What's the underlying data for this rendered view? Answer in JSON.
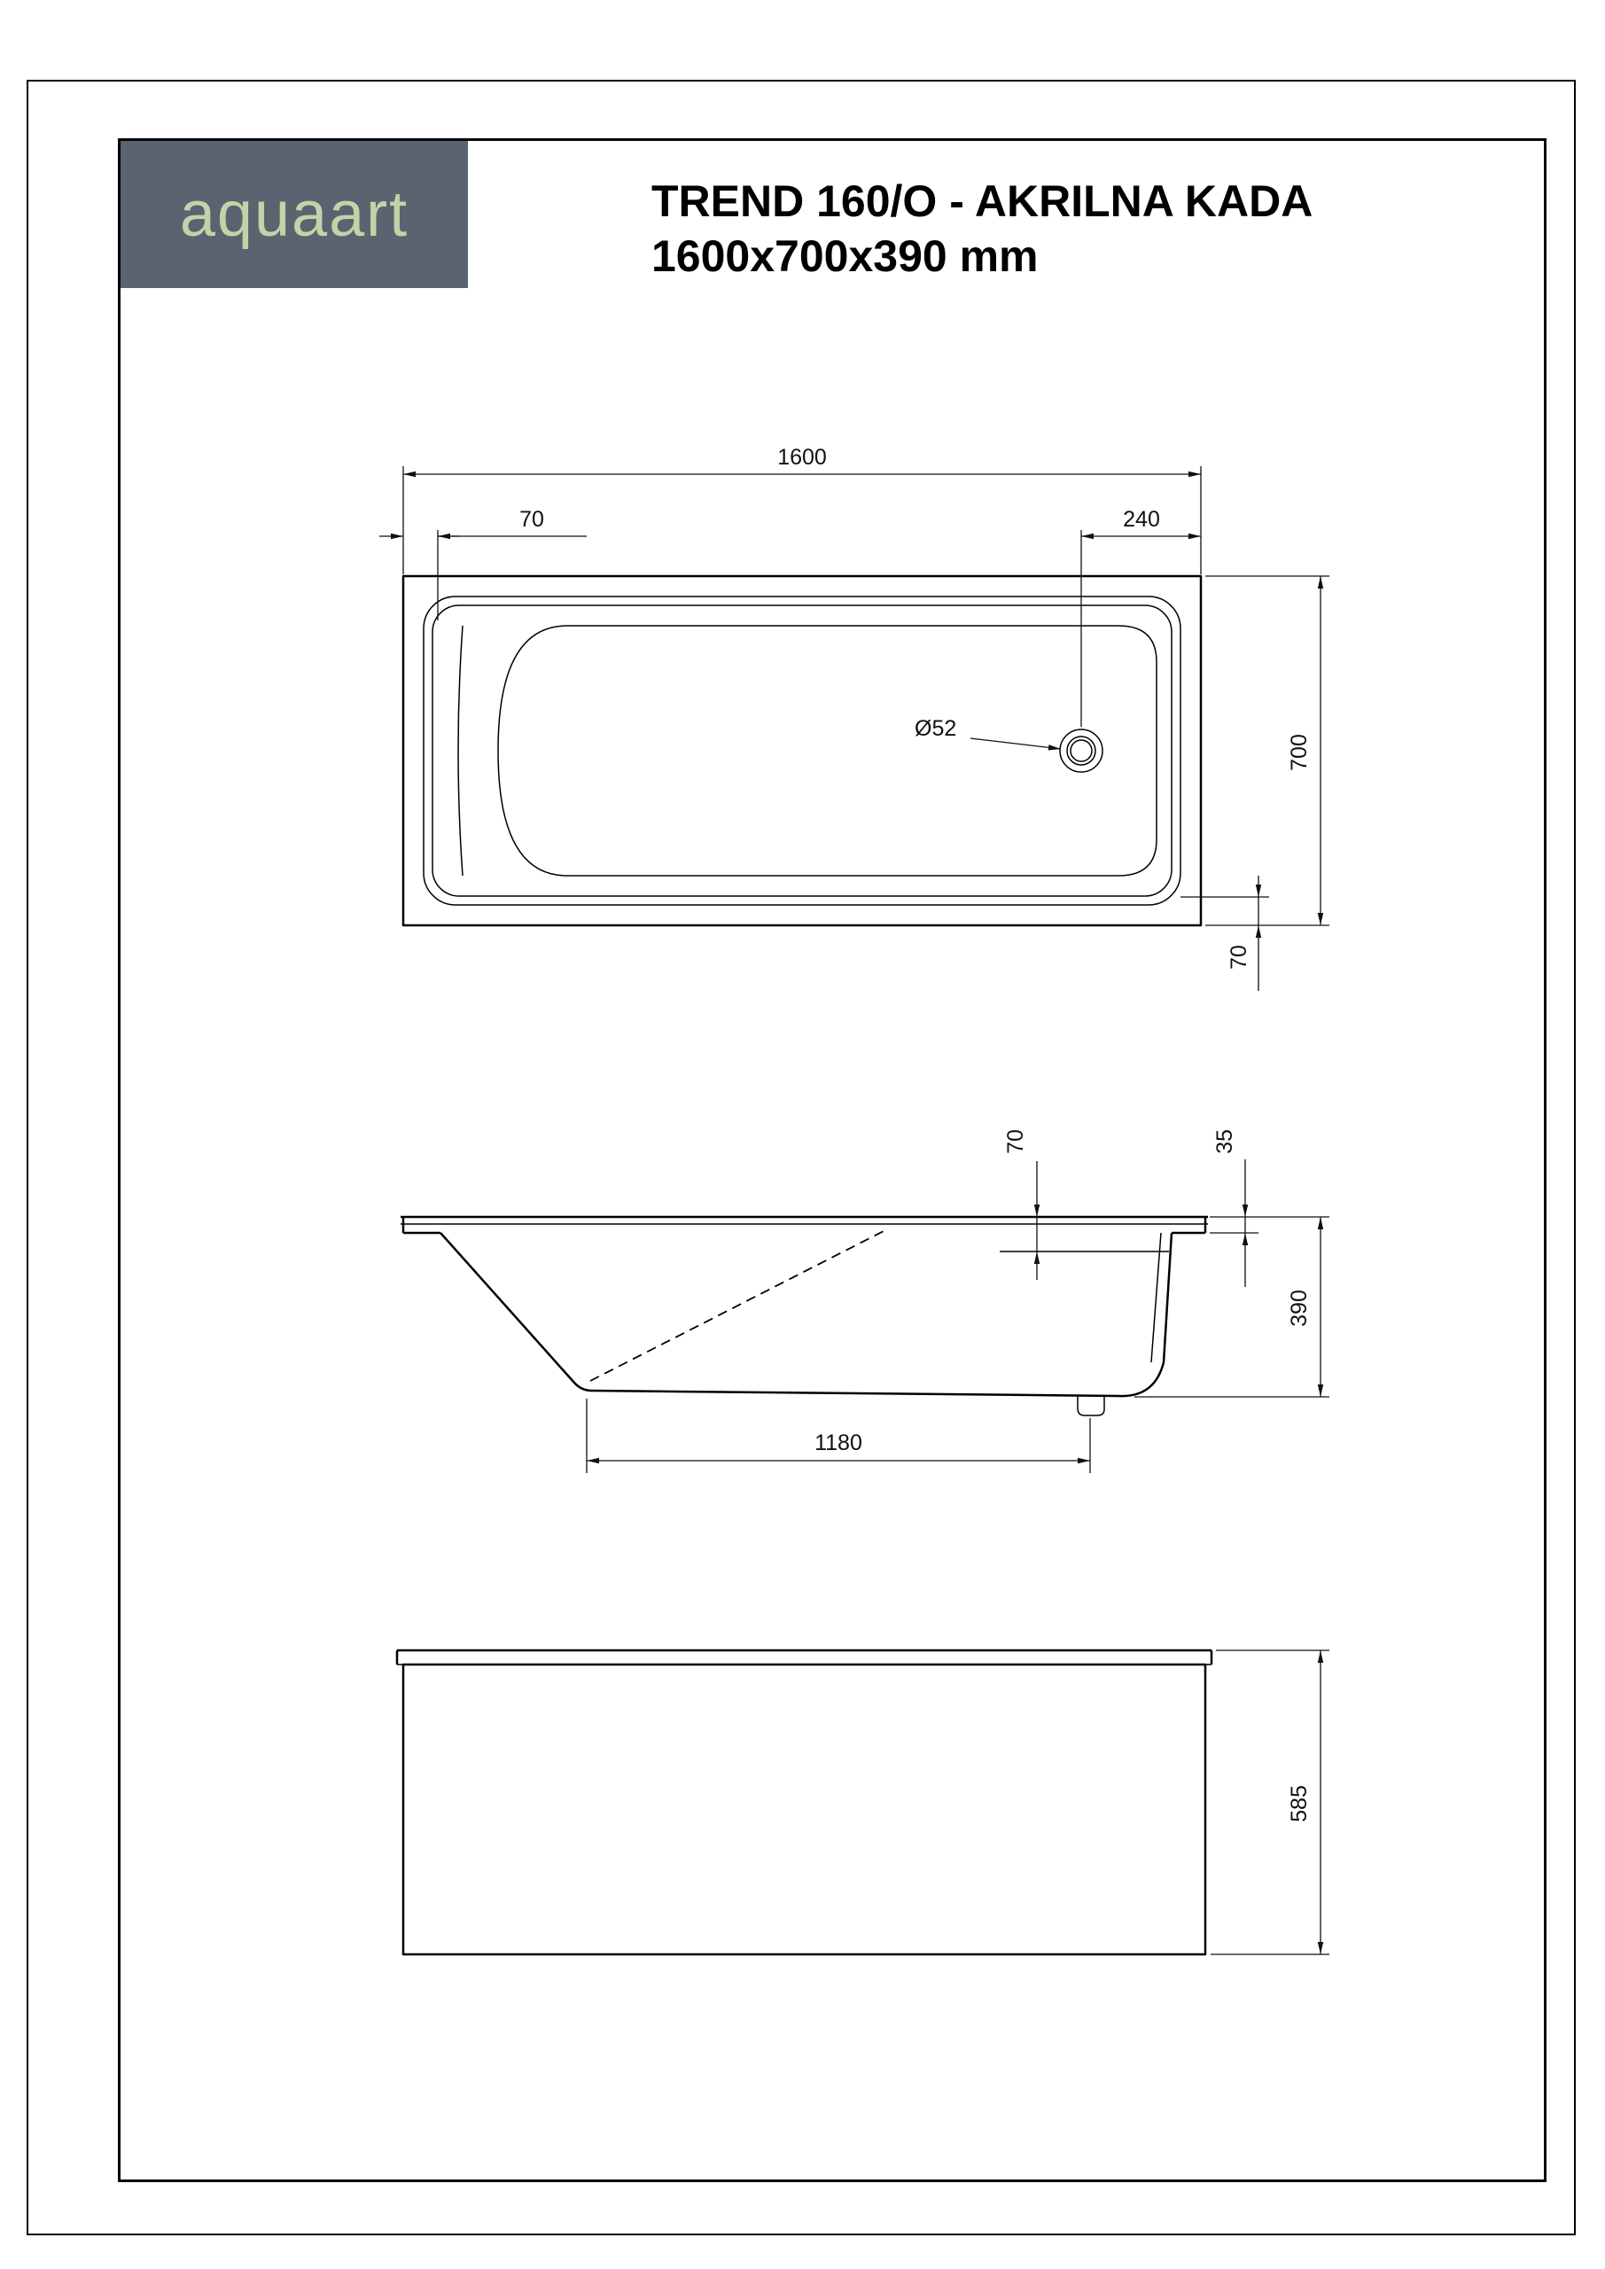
{
  "header": {
    "logo_text": "aquaart",
    "title_line1": "TREND 160/O - AKRILNA KADA",
    "title_line2": "1600x700x390 mm"
  },
  "colors": {
    "logo_bg": "#5a6470",
    "logo_text": "#c1d4a8"
  },
  "drawing": {
    "top_view": {
      "dim_overall_width": "1600",
      "dim_left_offset": "70",
      "dim_drain_from_right": "240",
      "dim_overall_depth": "700",
      "dim_bottom_offset": "70",
      "drain_diameter": "Ø52"
    },
    "side_view": {
      "dim_rim_inset": "70",
      "dim_rim_thickness": "35",
      "dim_height": "390",
      "dim_bottom_length": "1180"
    },
    "front_view": {
      "dim_panel_height": "585"
    }
  }
}
